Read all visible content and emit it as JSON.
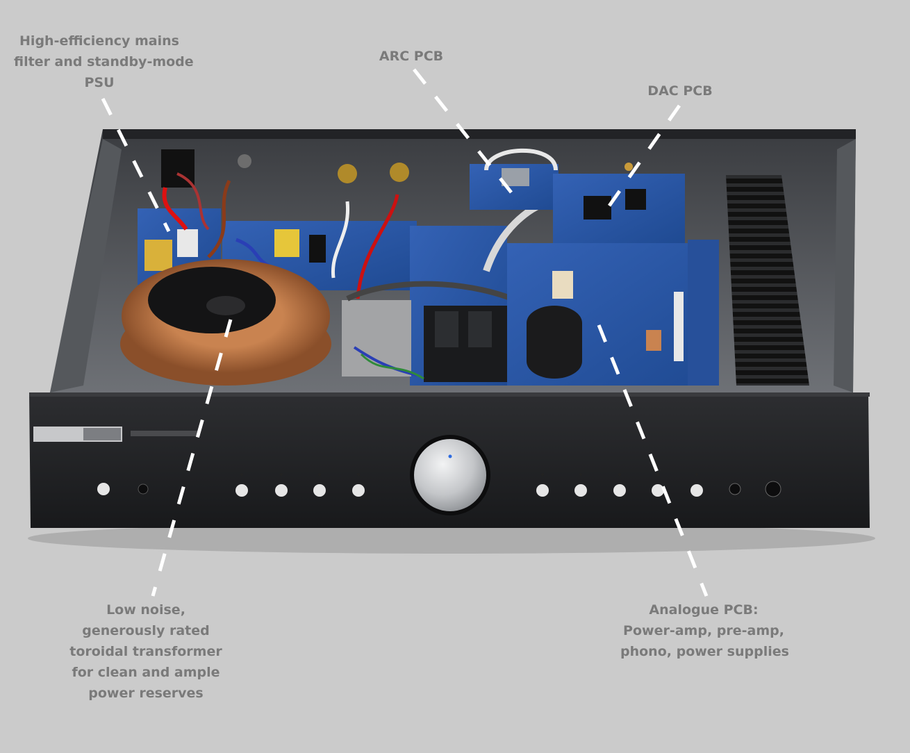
{
  "callouts": {
    "psu": [
      "High-efficiency mains",
      "filter and standby-mode",
      "PSU"
    ],
    "arc": [
      "ARC PCB"
    ],
    "dac": [
      "DAC PCB"
    ],
    "toroid": [
      "Low noise,",
      "generously rated",
      "toroidal transformer",
      "for clean and ample",
      "power reserves"
    ],
    "analogue": [
      "Analogue PCB:",
      "Power-amp, pre-amp,",
      "phono, power supplies"
    ]
  },
  "colors": {
    "background": "#cbcbcb",
    "label_text": "#7a7a7a",
    "leader_line": "#ffffff",
    "chassis": "#1e1f21",
    "pcb": "#2a4f9e",
    "copper": "#b56a3a",
    "knob": "#c8cacd"
  }
}
